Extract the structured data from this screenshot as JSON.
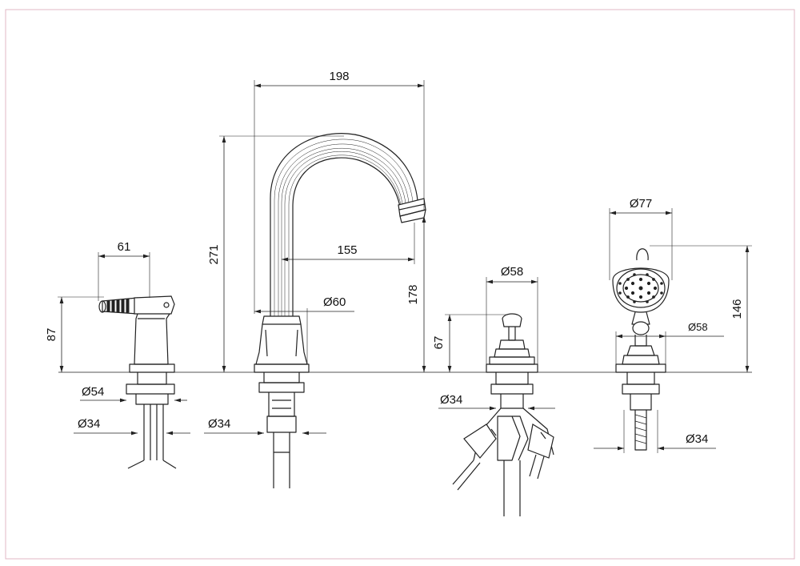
{
  "dimensions": {
    "spout_reach": "198",
    "spout_height": "271",
    "spout_inner_reach": "155",
    "spout_outlet_height": "178",
    "spout_base_dia": "Ø60",
    "spout_shank_dia": "Ø34",
    "lever_width": "61",
    "lever_height": "87",
    "lever_flange_dia": "Ø54",
    "lever_shank_dia": "Ø34",
    "diverter_base_dia": "Ø58",
    "diverter_height": "67",
    "diverter_shank_dia": "Ø34",
    "handshower_head_dia": "Ø77",
    "handshower_height": "146",
    "handshower_base_dia": "Ø58",
    "handshower_shank_dia": "Ø34"
  }
}
